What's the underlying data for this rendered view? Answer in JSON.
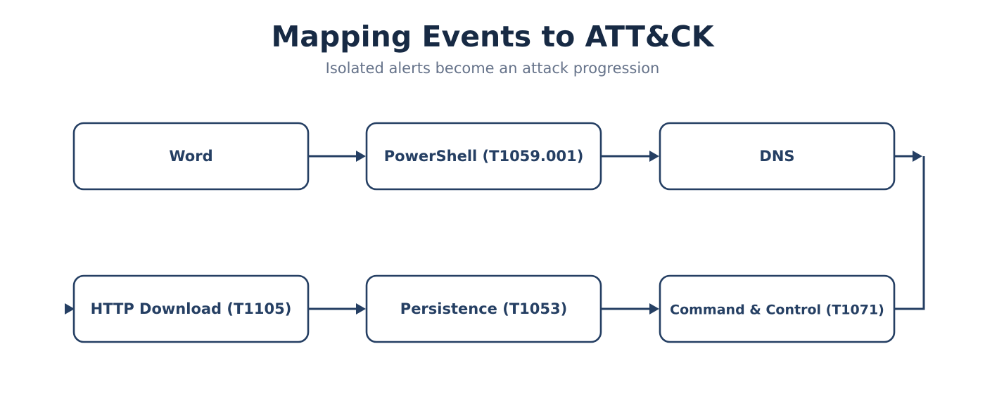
{
  "header": {
    "title": "Mapping Events to ATT&CK",
    "subtitle": "Isolated alerts become an attack progression"
  },
  "colors": {
    "node_stroke": "#253f63",
    "node_text": "#253f63",
    "title_text": "#172a44",
    "subtitle_text": "#66738a",
    "background": "#ffffff"
  },
  "diagram": {
    "nodes": [
      {
        "id": "word",
        "label": "Word"
      },
      {
        "id": "powershell",
        "label": "PowerShell (T1059.001)"
      },
      {
        "id": "dns",
        "label": "DNS"
      },
      {
        "id": "http-download",
        "label": "HTTP Download (T1105)"
      },
      {
        "id": "persistence",
        "label": "Persistence (T1053)"
      },
      {
        "id": "command-control",
        "label": "Command & Control (T1071)"
      }
    ],
    "edges": [
      {
        "from": "word",
        "to": "powershell"
      },
      {
        "from": "powershell",
        "to": "dns"
      },
      {
        "from": "dns",
        "to": "command-control"
      },
      {
        "from": "http-download",
        "to": "persistence"
      },
      {
        "from": "persistence",
        "to": "command-control"
      }
    ]
  }
}
